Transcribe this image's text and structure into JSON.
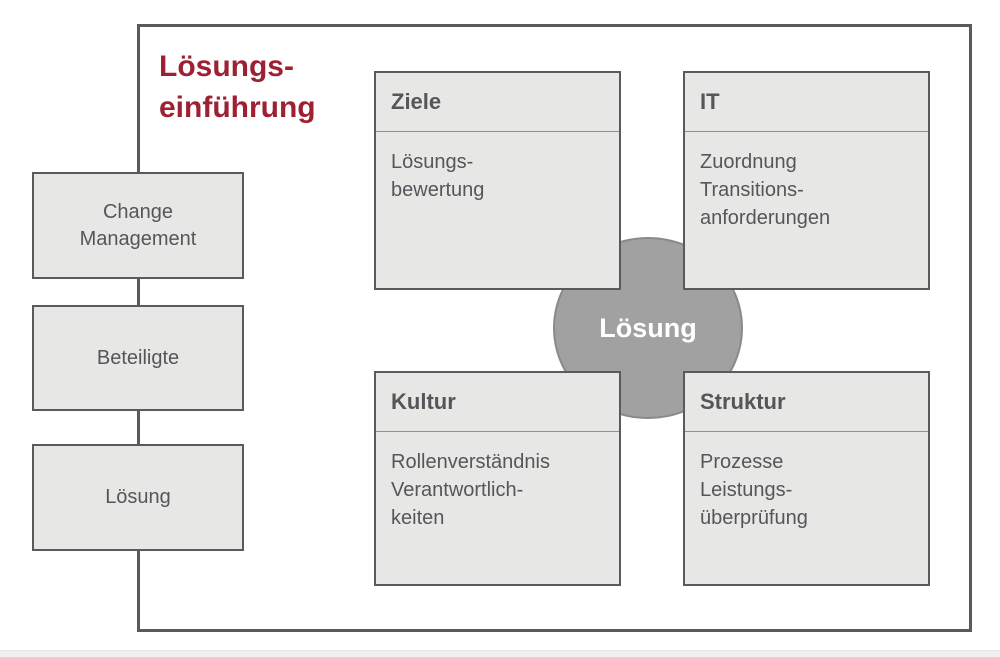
{
  "title": {
    "text": "Lösungs-\neinführung"
  },
  "center_circle": {
    "label": "Lösung"
  },
  "left_column": {
    "items": [
      {
        "label": "Change\nManagement"
      },
      {
        "label": "Beteiligte"
      },
      {
        "label": "Lösung"
      }
    ]
  },
  "quadrants": [
    {
      "title": "Ziele",
      "body": "Lösungs-\nbewertung"
    },
    {
      "title": "IT",
      "body": "Zuordnung\nTransitions-\nanforderungen"
    },
    {
      "title": "Kultur",
      "body": "Rollenverständnis\nVerantwortlich-\nkeiten"
    },
    {
      "title": "Struktur",
      "body": "Prozesse\nLeistungs-\nüberprüfung"
    }
  ],
  "colors": {
    "title_red": "#9E2133",
    "box_fill": "#E7E7E6",
    "box_border": "#5A5A5C",
    "text_gray": "#55565A",
    "circle_fill": "#A1A1A1",
    "circle_border": "#8A8A8C",
    "circle_text": "#FFFFFF",
    "divider": "#8F9092",
    "footer_strip": "#F0F0F0"
  }
}
